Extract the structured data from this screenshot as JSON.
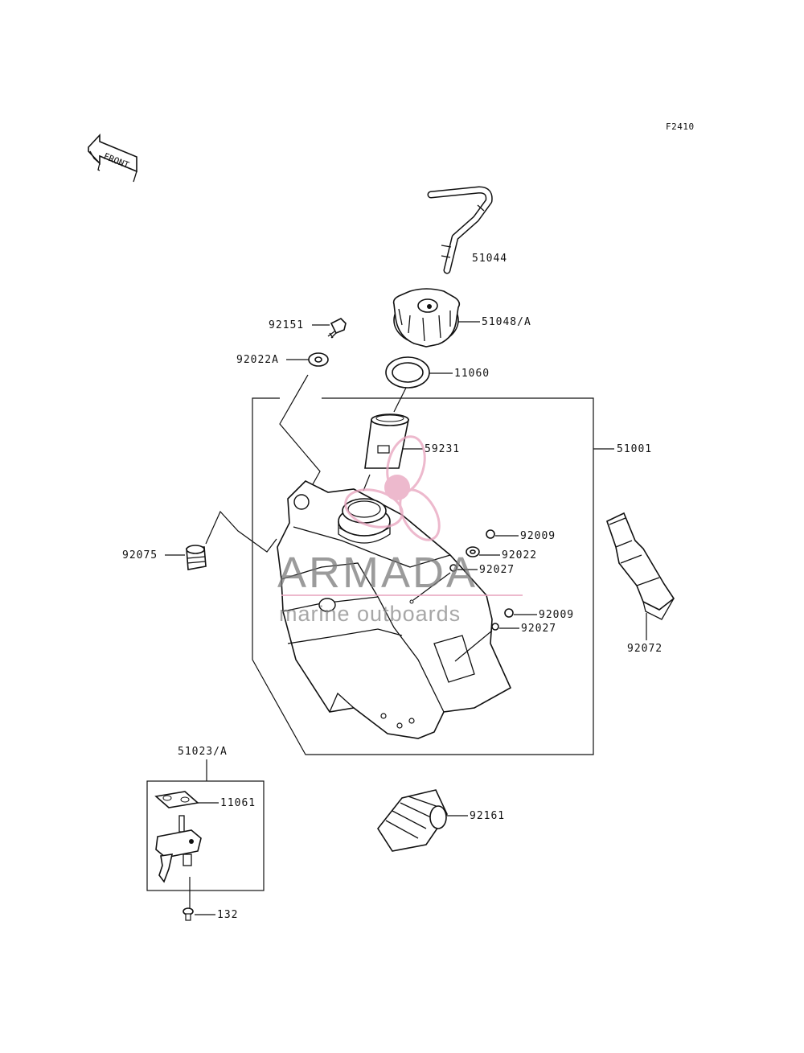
{
  "diagram_code": "F2410",
  "front_label": "FRONT",
  "parts": {
    "p51044": "51044",
    "p51048A": "51048/A",
    "p92151": "92151",
    "p92022A": "92022A",
    "p11060": "11060",
    "p59231": "59231",
    "p51001": "51001",
    "p92075": "92075",
    "p92009a": "92009",
    "p92022": "92022",
    "p92027a": "92027",
    "p92009b": "92009",
    "p92027b": "92027",
    "p92072": "92072",
    "p51023A": "51023/A",
    "p11061": "11061",
    "p132": "132",
    "p92161": "92161"
  },
  "watermark": {
    "brand": "ARMADA",
    "tagline": "marine outboards",
    "accent_color": "#e8a2bd",
    "text_color": "#7a7a7a"
  }
}
